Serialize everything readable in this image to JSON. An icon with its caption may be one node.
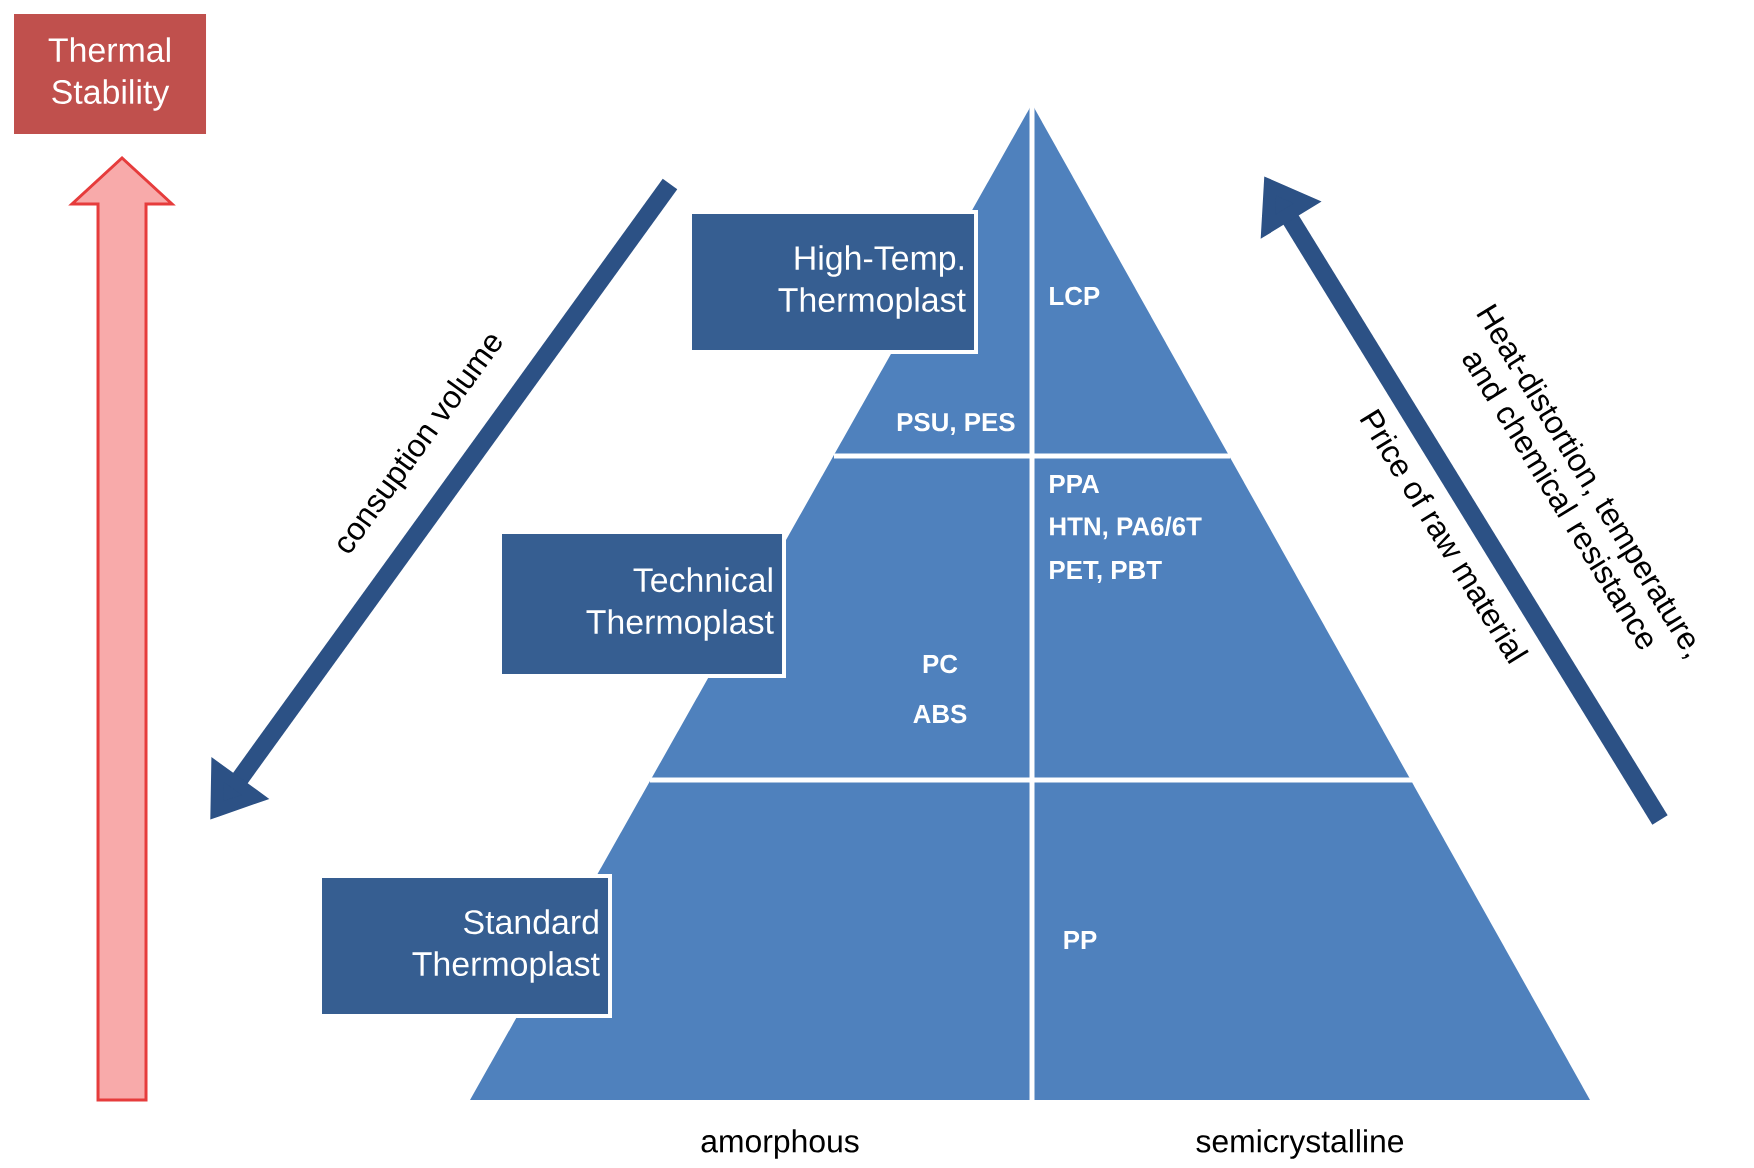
{
  "diagram": {
    "nodes": [
      {
        "text": [
          "Thermal Stability"
        ]
      },
      {
        "text": [
          "High-Temp. Thermoplast"
        ]
      },
      {
        "text": [
          "Technical Thermoplast"
        ]
      },
      {
        "text": [
          "Standard Thermoplast"
        ]
      }
    ],
    "labels": [
      "consuption volume",
      "LCP",
      "PSU, PES",
      "PPA",
      "HTN, PA6/6T",
      "PET, PBT",
      "PC",
      "ABS",
      "PP",
      "Heat-distortion, temperature, and chemical resistance",
      "Price of raw material",
      "amorphous",
      "semicrystalline"
    ]
  }
}
